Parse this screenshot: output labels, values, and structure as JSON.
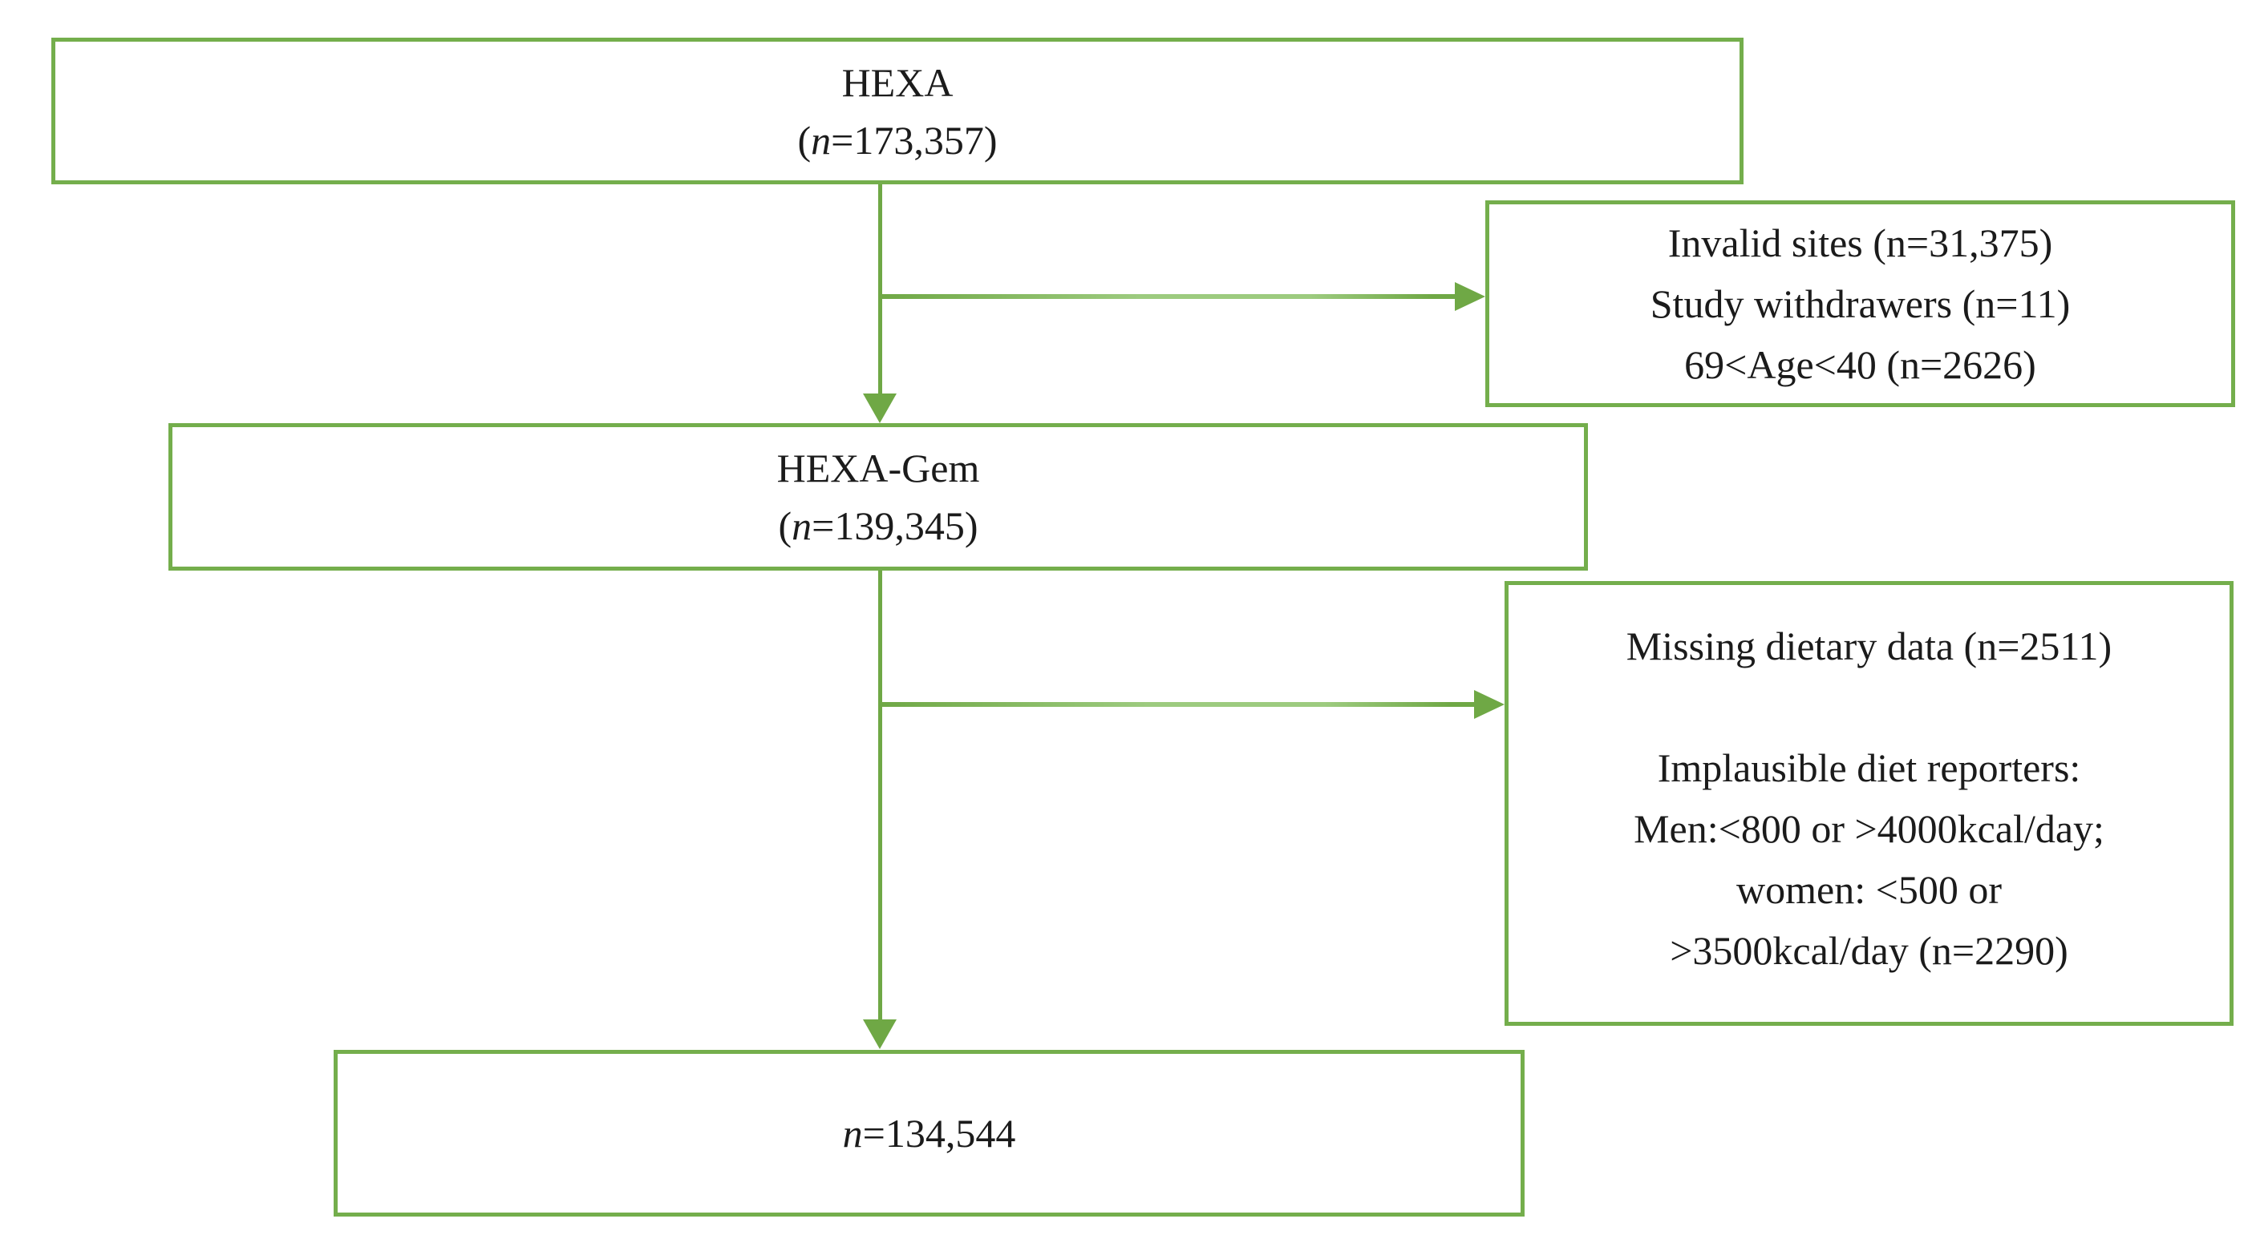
{
  "colors": {
    "border_green": "#74ae4c",
    "arrow_green": "#6fa845",
    "arrow_green_light": "#9dcb7f",
    "text": "#1b1b1b",
    "background": "#ffffff"
  },
  "diagram": {
    "type": "flowchart",
    "boxes": {
      "hexa": {
        "title": "HEXA",
        "count_open": "(",
        "count_n": "n",
        "count_rest": "=173,357)"
      },
      "exclusion1": {
        "lines": [
          "Invalid sites (n=31,375)",
          "Study withdrawers (n=11)",
          "69<Age<40 (n=2626)"
        ]
      },
      "hexa_gem": {
        "title": "HEXA-Gem",
        "count_open": "(",
        "count_n": "n",
        "count_rest": "=139,345)"
      },
      "exclusion2": {
        "line1": "Missing dietary data (n=2511)",
        "para2_lines": [
          "Implausible diet reporters:",
          "Men:<800 or >4000kcal/day;",
          "women: <500 or",
          ">3500kcal/day (n=2290)"
        ]
      },
      "final": {
        "count_n": "n",
        "count_rest": "=134,544"
      }
    }
  }
}
